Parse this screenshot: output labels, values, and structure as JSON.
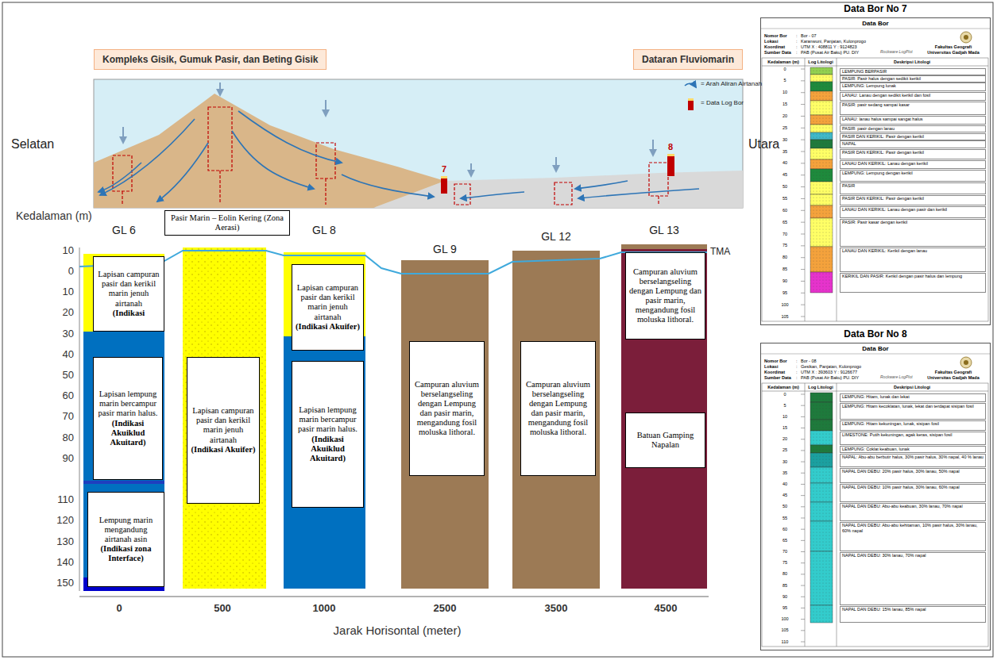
{
  "diagram": {
    "nodes": [
      {
        "text": [
          "Kompleks Gisik, Gumuk Pasir, dan Beting Gisik"
        ]
      },
      {
        "text": [
          "Dataran Fluviomarin"
        ]
      },
      {
        "text": [
          "Pasir Marin – Eolin Kering (Zona Aerasi)"
        ]
      },
      {
        "text": [
          "Lapisan campuran pasir dan kerikil marin jenuh airtanah",
          "(Indikasi"
        ]
      },
      {
        "text": [
          "Lapisan lempung marin bercampur pasir marin halus.",
          "(Indikasi Akuiklud Akuitard)"
        ]
      },
      {
        "text": [
          "Lempung marin mengandung airtanah asin",
          "(Indikasi zona Interface)"
        ]
      },
      {
        "text": [
          "Lapisan campuran pasir dan kerikil marin jenuh airtanah",
          "(Indikasi Akuifer)"
        ]
      },
      {
        "text": [
          "Lapisan campuran pasir dan kerikil marin jenuh airtanah",
          "(Indikasi Akuifer)"
        ]
      },
      {
        "text": [
          "Lapisan lempung marin bercampur pasir marin halus.",
          "(Indikasi Akuiklud Akuitard)"
        ]
      },
      {
        "text": [
          "Campuran aluvium berselangseling dengan Lempung dan pasir marin, mengandung fosil moluska lithoral."
        ]
      },
      {
        "text": [
          "Campuran aluvium berselangseling dengan Lempung dan pasir marin, mengandung fosil moluska lithoral."
        ]
      },
      {
        "text": [
          "Campuran aluvium berselangseling dengan Lempung dan pasir marin, mengandung fosil moluska lithoral."
        ]
      },
      {
        "text": [
          "Batuan Gamping Napalan"
        ]
      },
      {
        "text": [
          "Data Bor No 7",
          "Data Bor"
        ]
      },
      {
        "text": [
          "Data Bor No 8",
          "Data Bor"
        ]
      }
    ],
    "labels": [
      "Selatan",
      "Utara",
      "7",
      "8",
      "Kedalaman (m)",
      "GL 6",
      "GL 8",
      "GL 9",
      "GL 12",
      "GL 13",
      "TMA",
      "10",
      "0",
      "10",
      "20",
      "30",
      "40",
      "50",
      "60",
      "70",
      "80",
      "90",
      "110",
      "120",
      "130",
      "140",
      "150",
      "0",
      "500",
      "1000",
      "2500",
      "3500",
      "4500",
      "Jarak Horisontal (meter)",
      "Nomor Bor",
      ":",
      "Bor - 07",
      "Lokasi",
      ":",
      "Karanwuni, Panjatan, Kulonprogo",
      "Koordinat",
      ":",
      "UTM X : 408811 Y : 9124823",
      "Sumber Data",
      ":",
      "PAB (Pusat Air Baku) PU. DIY",
      "Rockware LogPlot",
      "Fakultas Geografi",
      "Universitas Gadjah Mada",
      "Kedalaman (m)",
      "Log Litologi",
      "Deskripsi Litologi",
      "0",
      "5",
      "10",
      "15",
      "20",
      "25",
      "30",
      "35",
      "40",
      "45",
      "50",
      "55",
      "60",
      "65",
      "70",
      "75",
      "80",
      "85",
      "90",
      "95",
      "100",
      "105",
      "LEMPUNG BERPASIR",
      "PASIR: Pasir halus dengan sedikit kerikil",
      "LEMPUNG: Lempung lunak",
      "LANAU: Lanau dengan sedikit kerikil dan fosil",
      "PASIR: pasir sedang sampai kasar",
      "LANAU: lanau halus sampai sangat halus",
      "PASIR: pasir dengan lanau",
      "PASIR DAN KERIKIL: Pasir dengan kerikil",
      "NAPAL",
      "PASIR DAN KERIKIL: Pasir dengan kerikil",
      "LANAU DAN KERIKIL: Lanau dengan kerikil",
      "LEMPUNG: Lempung dengan kerikil",
      "PASIR",
      "PASIR DAN KERIKIL: Pasir dengan kerikil",
      "LANAU DAN KERIKIL: Lanau dengan pasir dan kerikil",
      "PASIR: Pasir kasar dengan kerikil",
      "LANAU DAN KERIKIL: Kerikil dengan lanau",
      "KERIKIL DAN PASIR: Kerikil dengan pasir halus dan lempung",
      "Nomor Bor",
      ":",
      "Bor - 08",
      "Lokasi",
      ":",
      "Gesikan, Panjatan, Kulonprogo",
      "Koordinat",
      ":",
      "UTM X : 393603 Y : 9126677",
      "Sumber Data",
      ":",
      "PAB (Pusat Air Baku) PU. DIY",
      "Rockware LogPlot",
      "Fakultas Geografi",
      "Universitas Gadjah Mada",
      "Kedalaman (m)",
      "Log Litologi",
      "Deskripsi Litologi",
      "0",
      "5",
      "10",
      "15",
      "20",
      "25",
      "30",
      "35",
      "40",
      "45",
      "50",
      "55",
      "60",
      "65",
      "70",
      "75",
      "80",
      "85",
      "90",
      "95",
      "100",
      "105",
      "110",
      "LEMPUNG: Hitam, lunak dan lekat",
      "LEMPUNG: Hitam kecoklatan, lunak, lekat dan terdapat sisipan fosil",
      "LEMPUNG: Hitam kekuningan, lunak, sisipan fosil",
      "LIMESTONE: Putih kekuningan, agak keras, sisipan fosil",
      "LEMPUNG: Coklat keabuan, lunak",
      "NAPAL: Abu-abu berbutir halus, 30% pasir halus, 30% napal, 40 % lanau",
      "NAPAL DAN DEBU: 20% pasir halus, 30% lanau, 50% napal",
      "NAPAL DAN DEBU: 10% pasir halus, 30% lanau, 60% napal",
      "NAPAL DAN DEBU: Abu-abu keabuan, 30% lanau, 70% napal",
      "NAPAL DAN DEBU: Abu-abu kehitaman, 10% pasir halus, 30% lanau, 60% napal",
      "NAPAL DAN DEBU: 30% lanau, 70% napal",
      "NAPAL DAN DEBU: 15% lanau, 85% napal"
    ],
    "legend": [
      {
        "text": "= Arah Aliran Airtanah"
      },
      {
        "text": "= Data Log Bor",
        "color": "#c00000"
      }
    ]
  }
}
